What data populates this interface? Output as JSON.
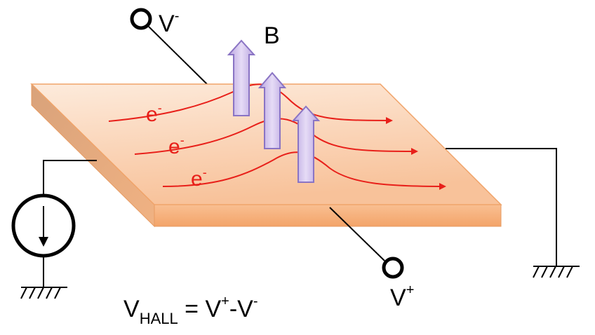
{
  "labels": {
    "v_minus": {
      "base": "V",
      "sup": "-"
    },
    "v_plus": {
      "base": "V",
      "sup": "+"
    },
    "magnetic_field": "B",
    "electron": {
      "base": "e",
      "sup": "-"
    },
    "equation": {
      "v": "V",
      "hall": "HALL",
      "equals": " = V",
      "plus": "+",
      "dash_v": "-V",
      "minus": "-"
    }
  },
  "colors": {
    "plate_top_light": "#fde3cf",
    "plate_top_dark": "#f7b888",
    "plate_edge": "#f4a66c",
    "electron_path": "#e8201a",
    "field_arrow_fill": "#c9b8e6",
    "field_arrow_stroke": "#8a74c4",
    "wire": "#000000"
  }
}
